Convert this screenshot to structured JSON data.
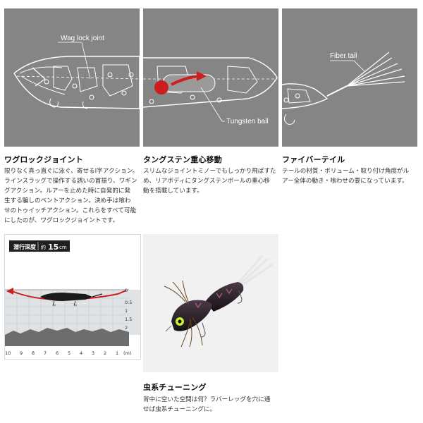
{
  "panels": {
    "wag": {
      "callout": "Wag lock joint",
      "title": "ワグロックジョイント",
      "lines": [
        "限りなく真っ直ぐに泳ぐ、寄せるI字アクション。",
        "ラインスラッグで操作する誘いの首振り、ワギン",
        "グアクション。ルアーを止めた時に自発的に発",
        "生する騙しのベントアクション。決め手は喰わ",
        "せのトゥイッチアクション。これらをすべて可能",
        "にしたのが、ワグロックジョイントです。"
      ]
    },
    "tungsten": {
      "callout": "Tungsten ball",
      "title": "タングステン重心移動",
      "lines": [
        "スリムなジョイントミノーでもしっかり飛ばすた",
        "め、リアボディにタングステンボールの重心移",
        "動を搭載しています。"
      ]
    },
    "fiber": {
      "callout": "Fiber tail",
      "title": "ファイバーテイル",
      "lines": [
        "テールの材質・ボリューム・取り付け角度がル",
        "アー全体の動き・喰わせの要になっています。"
      ]
    },
    "insect": {
      "title": "虫系チューニング",
      "lines": [
        "背中に空いた空間は何？ラバーレッグを穴に通",
        "せば虫系チューニングに。"
      ]
    }
  },
  "depth_chart": {
    "label": "潜行深度",
    "prefix": "約",
    "value": "15",
    "unit": "cm",
    "right_ticks": [
      "0",
      "0.5",
      "1",
      "1.5",
      "2"
    ],
    "bottom_ticks": [
      "10",
      "9",
      "8",
      "7",
      "6",
      "5",
      "4",
      "3",
      "2",
      "1",
      "(m)"
    ]
  },
  "colors": {
    "panel_bg": "#858585",
    "accent_red": "#cc1e1e",
    "water": "#dfe3e6",
    "ground": "#6d6d6d"
  }
}
